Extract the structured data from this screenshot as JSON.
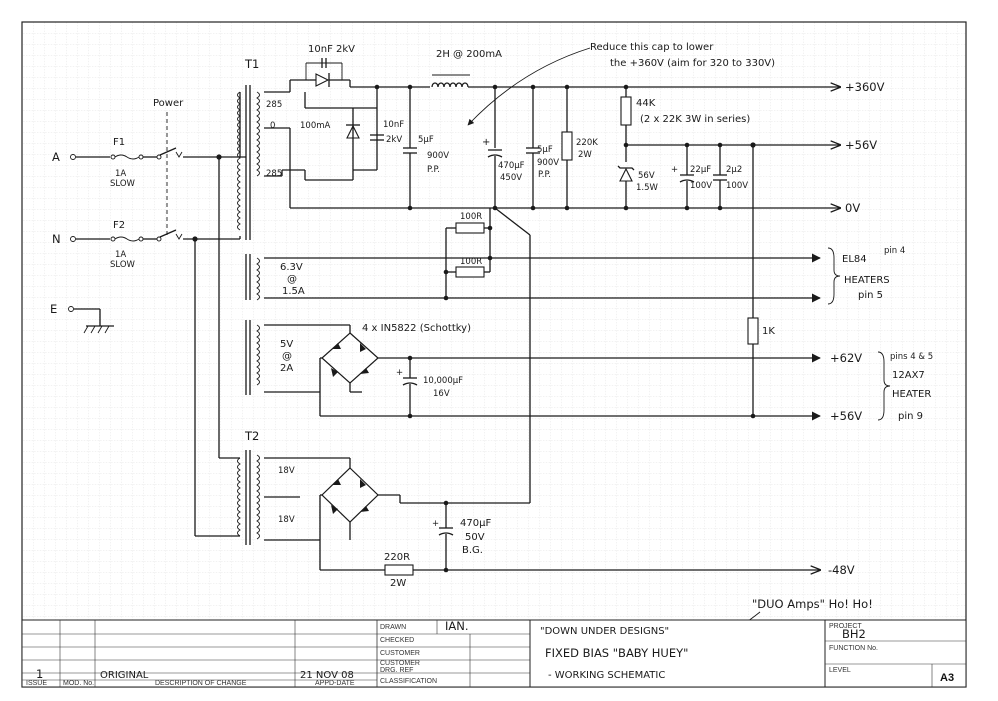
{
  "labels": {
    "t1": "T1",
    "t2": "T2",
    "cap_top": "10nF 2kV",
    "choke": "2H @ 200mA",
    "note_reduce_1": "Reduce this cap to lower",
    "note_reduce_2": "the +360V (aim for 320 to 330V)",
    "sec285_top": "285",
    "sec0": "0",
    "sec285_bot": "285",
    "diode_main": "100mA",
    "cap_10n_a": "10nF",
    "cap_10n_b": "2kV",
    "cap_5u_a": "5μF",
    "cap_5u_b": "900V",
    "cap_5u_c": "P.P.",
    "cap_470_a": "470μF",
    "cap_470_b": "450V",
    "plus_sign": "+",
    "cap_5u2_a": "5μF",
    "cap_5u2_b": "900V",
    "cap_5u2_c": "P.P.",
    "res_220k_a": "220K",
    "res_220k_b": "2W",
    "res_44k": "44K",
    "res_44k_note": "(2 x 22K 3W in series)",
    "zener_a": "56V",
    "zener_b": "1.5W",
    "cap_22u_a": "22μF",
    "cap_22u_b": "100V",
    "cap_2u2_a": "2μ2",
    "cap_2u2_b": "100V",
    "rail_360": "+360V",
    "rail_56": "+56V",
    "rail_0": "0V",
    "power": "Power",
    "a_in": "A",
    "n_in": "N",
    "e_in": "E",
    "f1": "F1",
    "f1_a": "1A",
    "f1_b": "SLOW",
    "f2": "F2",
    "f2_a": "1A",
    "f2_b": "SLOW",
    "res_100r_1": "100R",
    "res_100r_2": "100R",
    "heat63_a": "6.3V",
    "heat63_b": "@",
    "heat63_c": "1.5A",
    "el84_a": "EL84",
    "el84_pin4": "pin 4",
    "el84_b": "HEATERS",
    "el84_pin5": "pin 5",
    "schottky": "4 x IN5822 (Schottky)",
    "sec5v_a": "5V",
    "sec5v_b": "@",
    "sec5v_c": "2A",
    "cap_10000_a": "10,000μF",
    "cap_10000_b": "16V",
    "res_1k": "1K",
    "rail_62": "+62V",
    "rail_56b": "+56V",
    "pins45": "pins 4 & 5",
    "ecc_a": "12AX7",
    "ecc_b": "HEATER",
    "pin9": "pin 9",
    "sec18_a": "18V",
    "sec18_b": "18V",
    "cap_470b_a": "470μF",
    "cap_470b_b": "50V",
    "cap_470b_c": "B.G.",
    "res_220r_a": "220R",
    "res_220r_b": "2W",
    "rail_neg48": "-48V",
    "duo_note": "\"DUO Amps\" Ho! Ho!"
  },
  "title_block": {
    "drawn_label": "DRAWN",
    "drawn_value": "IAN.",
    "checked_label": "CHECKED",
    "customer_label": "CUSTOMER",
    "customer_drg_label_1": "CUSTOMER",
    "customer_drg_label_2": "DRG. REF",
    "classification_label": "CLASSIFICATION",
    "issue_label": "ISSUE",
    "mod_label": "MOD. No.",
    "desc_label": "DESCRIPTION OF CHANGE",
    "appd_label": "APPD-DATE",
    "issue_value": "1",
    "desc_value": "ORIGINAL",
    "date_value": "21 NOV 08",
    "company": "\"DOWN UNDER DESIGNS\"",
    "title_1": "FIXED BIAS \"BABY HUEY\"",
    "title_2": "- WORKING SCHEMATIC",
    "project_label": "PROJECT",
    "project_value": "BH2",
    "function_label": "FUNCTION No.",
    "level_label": "LEVEL",
    "size_value": "A3"
  },
  "icons": [
    "earth-ground-icon",
    "fuse-icon",
    "switch-icon",
    "diode-icon",
    "zener-icon",
    "bridge-rectifier-icon",
    "capacitor-icon",
    "resistor-icon",
    "inductor-icon",
    "arrow-icon",
    "transformer-icon"
  ]
}
